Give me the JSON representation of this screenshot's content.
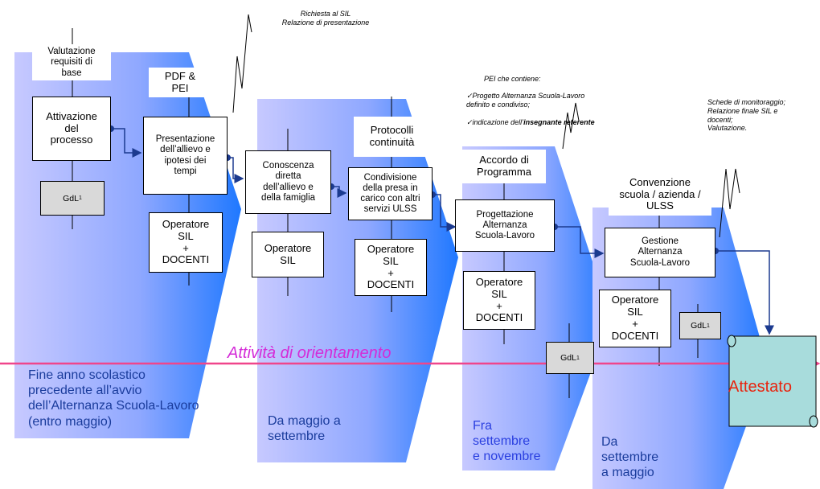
{
  "colors": {
    "column_start": "#bfc1ff",
    "column_end": "#2b7fff",
    "connector": "#1b3a8f",
    "band_line": "#f0458c",
    "band_text": "#d42cd8",
    "period_text": "#1a3c9c",
    "attestato_fill": "#a8dcdc",
    "attestato_text": "#e8240f",
    "gdl_fill": "#d9d9d9"
  },
  "stages": {
    "s1": {
      "top_label": "Valutazione\nrequisiti di\nbase",
      "main_box": "Attivazione\ndel\nprocesso",
      "gdl": "GdL",
      "period": "Fine anno scolastico\nprecedente all’avvio\ndell’Alternanza Scuola-Lavoro\n(entro maggio)"
    },
    "s2": {
      "top_label": "PDF &\nPEI",
      "main_box": "Presentazione\ndell’allievo e\nipotesi dei\ntempi",
      "people_box": "Operatore\nSIL\n+\nDOCENTI",
      "note": "Richiesta al SIL\nRelazione di presentazione"
    },
    "s3": {
      "main_box": "Conoscenza\ndiretta\ndell’allievo e\ndella famiglia",
      "people_box": "Operatore\nSIL",
      "top_label": "Protocolli\ncontinuità",
      "second_box": "Condivisione\ndella presa in\ncarico con altri\nservizi ULSS",
      "second_people_box": "Operatore\nSIL\n+\nDOCENTI",
      "period": "Da maggio a\nsettembre"
    },
    "s4": {
      "top_label": "Accordo di\nProgramma",
      "main_box": "Progettazione\nAlternanza\nScuola-Lavoro",
      "people_box": "Operatore\nSIL\n+\nDOCENTI",
      "gdl": "GdL",
      "note_intro": "PEI che contiene:",
      "note_item1": "✓Progetto Alternanza Scuola-Lavoro\ndefinito e condiviso;",
      "note_item2_prefix": "✓indicazione dell’",
      "note_item2_bold": "insegnante referente",
      "period": "Fra\nsettembre\ne novembre"
    },
    "s5": {
      "top_label": "Convenzione\nscuola / azienda /\nULSS",
      "main_box": "Gestione\nAlternanza\nScuola-Lavoro",
      "people_box": "Operatore\nSIL\n+\nDOCENTI",
      "gdl": "GdL",
      "note": "Schede di monitoraggio;\nRelazione finale SIL e\ndocenti;\nValutazione.",
      "period": "Da\nsettembre\na maggio"
    }
  },
  "gdl_superscript": "1",
  "band_title": "Attività di orientamento",
  "outcome": "Attestato"
}
